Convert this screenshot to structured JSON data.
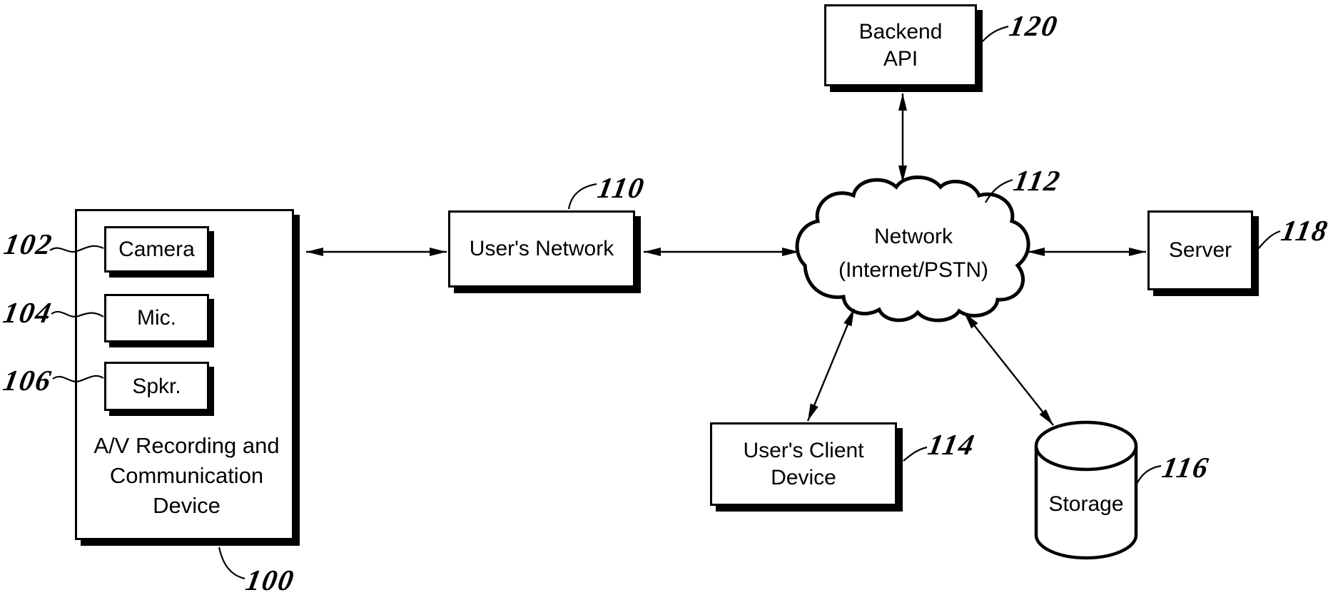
{
  "figure": {
    "background": "#ffffff",
    "ink": "#000000",
    "description": "Patent-style system block diagram of an A/V recording and communication device networked environment"
  },
  "nodes": {
    "av_device": {
      "label": "A/V Recording and Communication Device",
      "ref": "100",
      "components": [
        {
          "label": "Camera",
          "ref": "102"
        },
        {
          "label": "Mic.",
          "ref": "104"
        },
        {
          "label": "Spkr.",
          "ref": "106"
        }
      ]
    },
    "users_network": {
      "label": "User's Network",
      "ref": "110"
    },
    "network_cloud": {
      "label": "Network (Internet/PSTN)",
      "ref": "112"
    },
    "users_client_device": {
      "label": "User's Client Device",
      "ref": "114"
    },
    "storage": {
      "label": "Storage",
      "ref": "116"
    },
    "server": {
      "label": "Server",
      "ref": "118"
    },
    "backend_api": {
      "label": "Backend API",
      "ref": "120"
    }
  },
  "connections": [
    {
      "from": "av_device",
      "to": "users_network",
      "style": "double-arrow"
    },
    {
      "from": "users_network",
      "to": "network_cloud",
      "style": "double-arrow"
    },
    {
      "from": "backend_api",
      "to": "network_cloud",
      "style": "double-arrow"
    },
    {
      "from": "network_cloud",
      "to": "server",
      "style": "double-arrow"
    },
    {
      "from": "network_cloud",
      "to": "users_client_device",
      "style": "double-arrow"
    },
    {
      "from": "network_cloud",
      "to": "storage",
      "style": "double-arrow"
    }
  ]
}
